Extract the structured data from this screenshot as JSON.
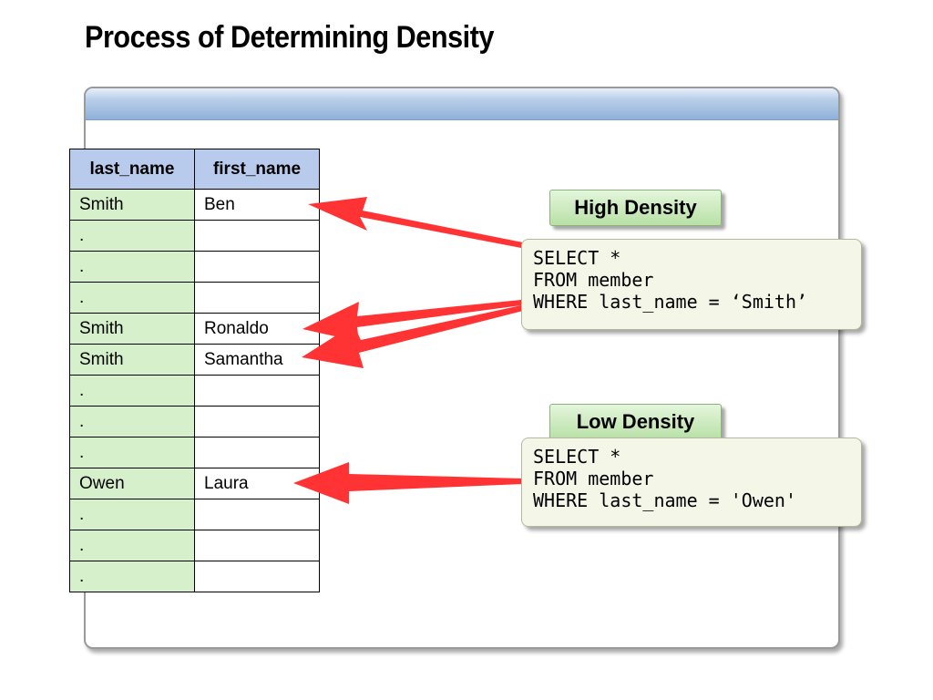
{
  "title": "Process of Determining Density",
  "table": {
    "headers": [
      "last_name",
      "first_name"
    ],
    "rows": [
      [
        "Smith",
        "Ben"
      ],
      [
        ".",
        ""
      ],
      [
        ".",
        ""
      ],
      [
        ".",
        ""
      ],
      [
        "Smith",
        "Ronaldo"
      ],
      [
        "Smith",
        "Samantha"
      ],
      [
        ".",
        ""
      ],
      [
        ".",
        ""
      ],
      [
        ".",
        ""
      ],
      [
        "Owen",
        "Laura"
      ],
      [
        ".",
        ""
      ],
      [
        ".",
        ""
      ],
      [
        ".",
        ""
      ]
    ]
  },
  "high": {
    "label": "High Density",
    "code": [
      "SELECT *",
      "FROM member",
      "WHERE last_name = ‘Smith’"
    ]
  },
  "low": {
    "label": "Low Density",
    "code": [
      "SELECT *",
      "FROM member",
      "WHERE last_name = 'Owen'"
    ]
  },
  "colors": {
    "arrow": "#ff3333",
    "header_blue": "#b9cbed",
    "cell_green": "#d6f0cc"
  }
}
